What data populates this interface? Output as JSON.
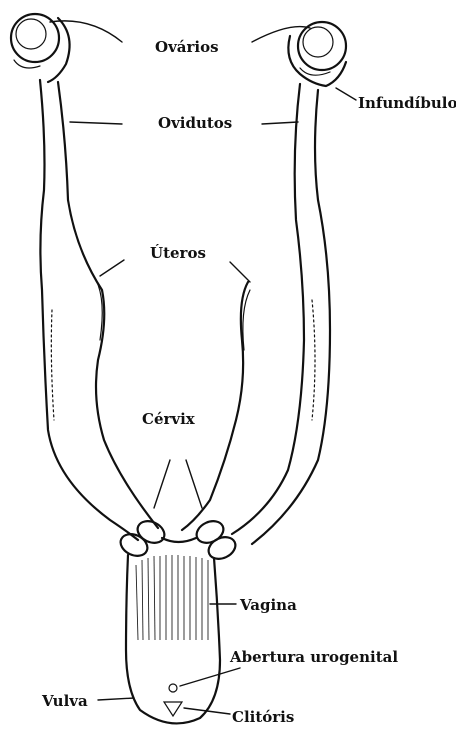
{
  "labels": {
    "ovarios": "Ovários",
    "ovidutos": "Ovidutos",
    "infundibulo": "Infundíbulo",
    "uteros": "Úteros",
    "cervix": "Cérvix",
    "vagina": "Vagina",
    "abertura_urogenital": "Abertura urogenital",
    "vulva": "Vulva",
    "clitoris": "Clitóris"
  }
}
